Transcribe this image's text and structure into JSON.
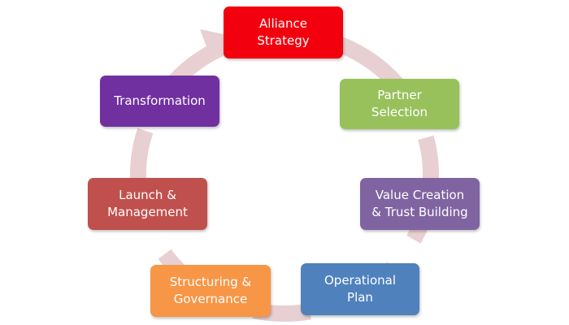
{
  "diagram": {
    "ring_color": "#e8cfd2",
    "nodes": [
      {
        "id": "alliance",
        "label": "Alliance\nStrategy",
        "color": "#f3000f"
      },
      {
        "id": "partner",
        "label": "Partner\nSelection",
        "color": "#98c15c"
      },
      {
        "id": "value",
        "label": "Value Creation\n& Trust Building",
        "color": "#8064a2"
      },
      {
        "id": "oper",
        "label": "Operational\nPlan",
        "color": "#4f81bd"
      },
      {
        "id": "struct",
        "label": "Structuring &\nGovernance",
        "color": "#f79646"
      },
      {
        "id": "launch",
        "label": "Launch &\nManagement",
        "color": "#c0504d"
      },
      {
        "id": "transf",
        "label": "Transformation",
        "color": "#7030a0"
      }
    ]
  }
}
